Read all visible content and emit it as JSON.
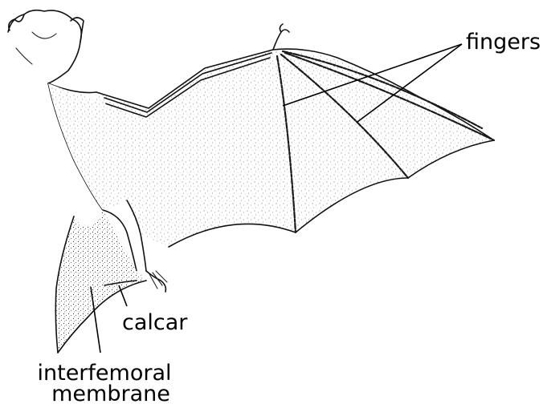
{
  "labels": {
    "fingers": "fingers",
    "calcar": "calcar",
    "interfemoral_line1": "interfemoral",
    "interfemoral_line2": "membrane"
  },
  "colors": {
    "ink": "#000000",
    "background": "#ffffff"
  }
}
